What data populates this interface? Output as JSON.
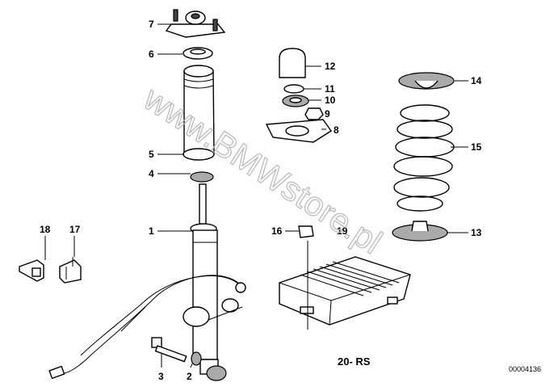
{
  "watermark": "www.BMWstore.pl",
  "group_code": "20- RS",
  "drawing_number": "00004136",
  "callouts": [
    "1",
    "2",
    "3",
    "4",
    "5",
    "6",
    "7",
    "8",
    "9",
    "10",
    "11",
    "12",
    "13",
    "14",
    "15",
    "16",
    "17",
    "18",
    "19"
  ]
}
